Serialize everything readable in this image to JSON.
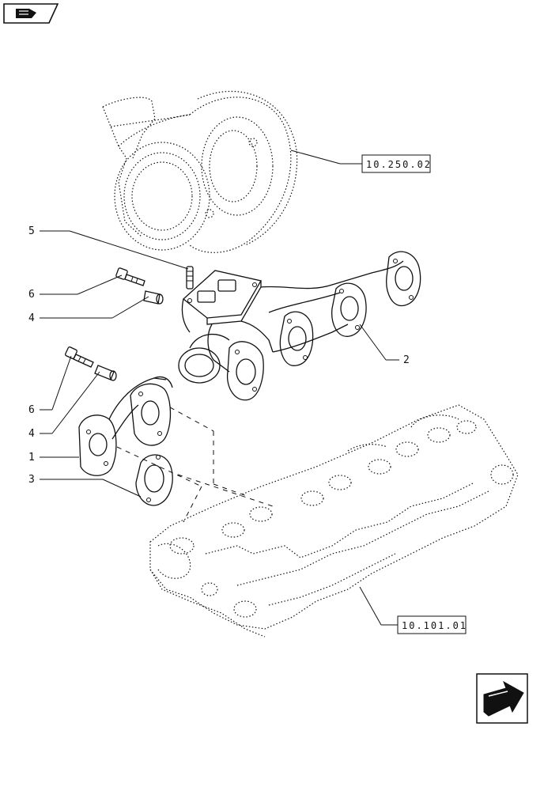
{
  "callouts": {
    "c5": "5",
    "c6a": "6",
    "c4a": "4",
    "c6b": "6",
    "c4b": "4",
    "c1": "1",
    "c3": "3",
    "c2": "2"
  },
  "references": {
    "turbocharger": "10.250.02",
    "cylinder_head": "10.101.01"
  },
  "icons": {
    "top_left": "book-hand-icon",
    "bottom_right": "previous-page-arrow-icon"
  }
}
